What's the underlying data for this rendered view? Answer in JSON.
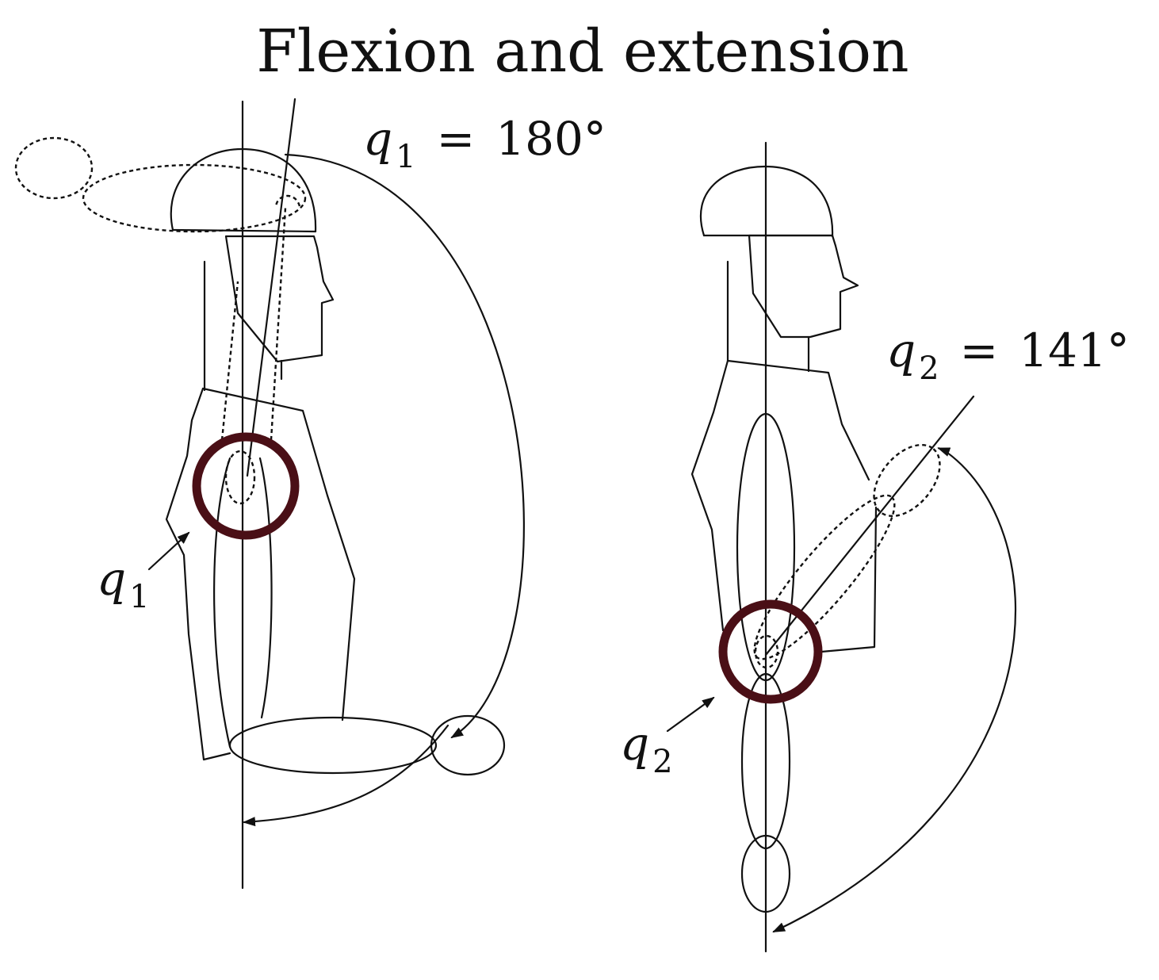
{
  "title": "Flexion and extension",
  "colors": {
    "line": "#111111",
    "joint_ring": "#4a0f16",
    "background": "#ffffff"
  },
  "left_figure": {
    "label_equation": {
      "variable": "q",
      "subscript": "1",
      "operator": "=",
      "value": "180°"
    },
    "label_pointer": {
      "variable": "q",
      "subscript": "1"
    },
    "angle_deg": 180
  },
  "right_figure": {
    "label_equation": {
      "variable": "q",
      "subscript": "2",
      "operator": "=",
      "value": "141°"
    },
    "label_pointer": {
      "variable": "q",
      "subscript": "2"
    },
    "angle_deg": 141
  }
}
